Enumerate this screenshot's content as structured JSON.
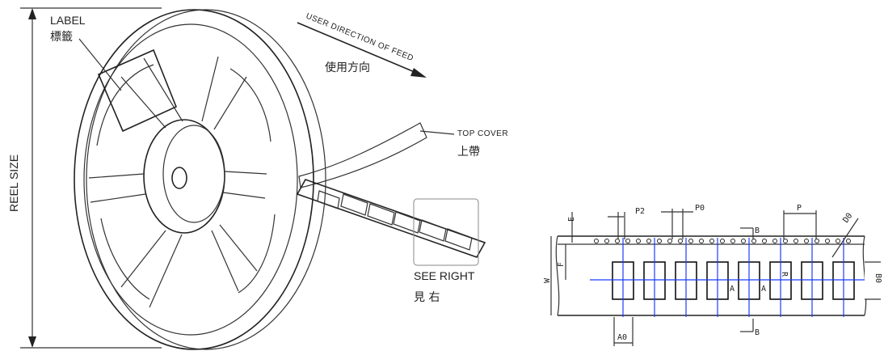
{
  "reel": {
    "label_en": "LABEL",
    "label_cn": "標籤",
    "feed_en": "USER DIRECTION OF FEED",
    "feed_cn": "使用方向",
    "top_cover_en": "TOP COVER",
    "top_cover_cn": "上帶",
    "see_right_en": "SEE RIGHT",
    "see_right_cn": "見 右",
    "reel_size": "REEL SIZE"
  },
  "tape": {
    "dims": {
      "E": "E",
      "P2": "P2",
      "P0": "P0",
      "B_top": "B",
      "P": "P",
      "D0": "D0",
      "F": "F",
      "W": "W",
      "A_left": "A",
      "A_right": "A",
      "R": "R",
      "B0": "B0",
      "B_bottom": "B",
      "A0": "A0"
    },
    "pocket_count": 8
  }
}
